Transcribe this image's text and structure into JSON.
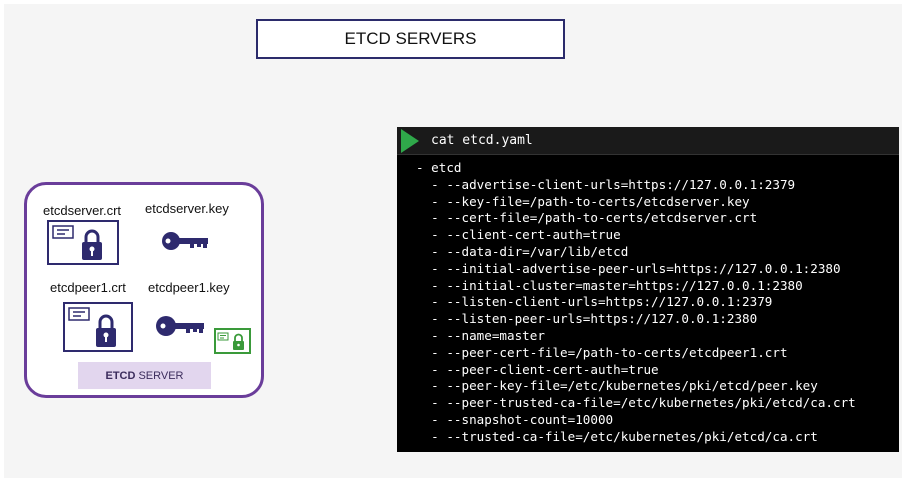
{
  "title": "ETCD SERVERS",
  "server": {
    "files": {
      "server_crt": "etcdserver.crt",
      "server_key": "etcdserver.key",
      "peer_crt": "etcdpeer1.crt",
      "peer_key": "etcdpeer1.key"
    },
    "label_bold": "ETCD",
    "label_rest": "SERVER"
  },
  "terminal": {
    "command": "cat etcd.yaml",
    "lines": [
      "- etcd",
      "  - --advertise-client-urls=https://127.0.0.1:2379",
      "  - --key-file=/path-to-certs/etcdserver.key",
      "  - --cert-file=/path-to-certs/etcdserver.crt",
      "  - --client-cert-auth=true",
      "  - --data-dir=/var/lib/etcd",
      "  - --initial-advertise-peer-urls=https://127.0.0.1:2380",
      "  - --initial-cluster=master=https://127.0.0.1:2380",
      "  - --listen-client-urls=https://127.0.0.1:2379",
      "  - --listen-peer-urls=https://127.0.0.1:2380",
      "  - --name=master",
      "  - --peer-cert-file=/path-to-certs/etcdpeer1.crt",
      "  - --peer-client-cert-auth=true",
      "  - --peer-key-file=/etc/kubernetes/pki/etcd/peer.key",
      "  - --peer-trusted-ca-file=/etc/kubernetes/pki/etcd/ca.crt",
      "  - --snapshot-count=10000",
      "  - --trusted-ca-file=/etc/kubernetes/pki/etcd/ca.crt"
    ]
  },
  "icons": [
    "play-icon",
    "certificate-icon",
    "lock-icon",
    "key-icon"
  ],
  "colors": {
    "accent_purple": "#6a3d9a",
    "navy": "#2e2a6e",
    "green": "#2fa84a",
    "terminal_bg": "#000000"
  }
}
